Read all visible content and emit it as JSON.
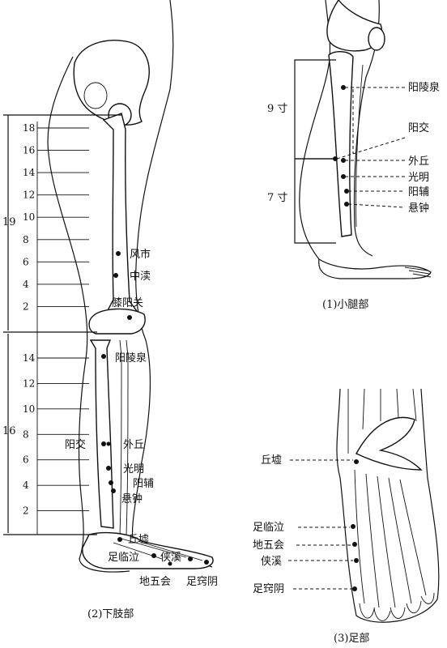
{
  "panels": {
    "lower_limb": {
      "caption": "(2)下肢部",
      "thigh_span": "19",
      "shank_span": "16",
      "thigh_ticks": [
        "18",
        "16",
        "14",
        "12",
        "10",
        "8",
        "6",
        "4",
        "2"
      ],
      "shank_ticks": [
        "14",
        "12",
        "10",
        "8",
        "6",
        "4",
        "2"
      ],
      "points": [
        "风市",
        "中渎",
        "膝阳关",
        "阳陵泉",
        "阳交",
        "外丘",
        "光明",
        "阳辅",
        "悬钟",
        "丘墟",
        "足临泣",
        "侠溪",
        "地五会",
        "足窍阴"
      ]
    },
    "calf": {
      "caption": "(1)小腿部",
      "upper_span": "9 寸",
      "lower_span": "7 寸",
      "points": [
        "阳陵泉",
        "阳交",
        "外丘",
        "光明",
        "阳辅",
        "悬钟"
      ]
    },
    "foot": {
      "caption": "(3)足部",
      "points": [
        "丘墟",
        "足临泣",
        "地五会",
        "侠溪",
        "足窍阴"
      ]
    }
  }
}
